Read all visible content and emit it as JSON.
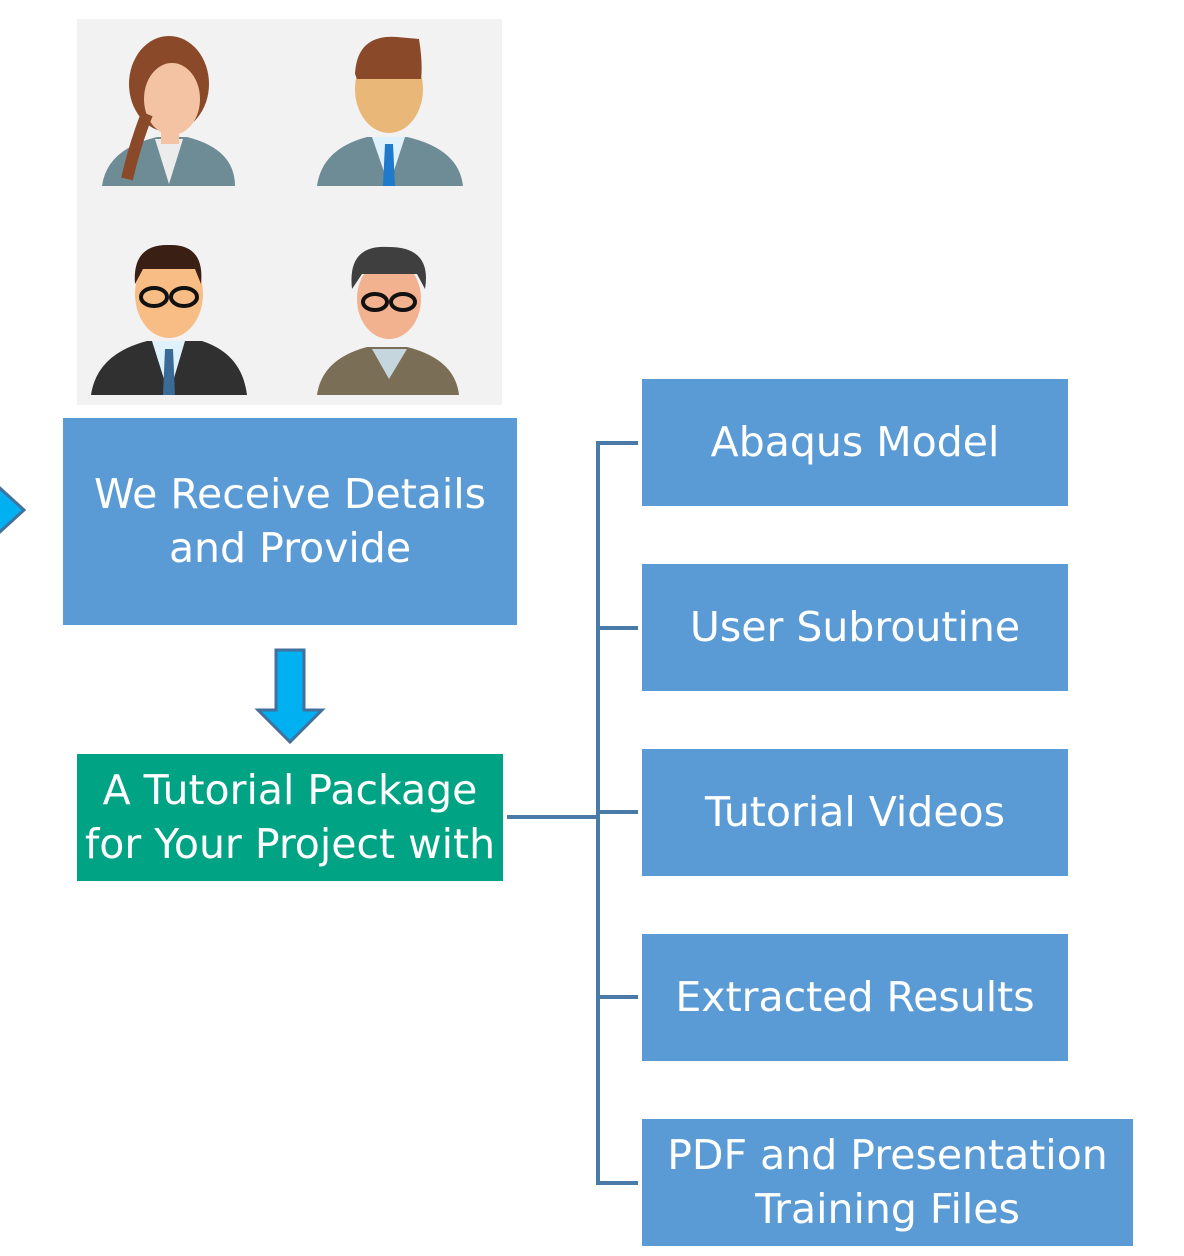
{
  "people_panel": {
    "avatars": [
      "woman-avatar",
      "man-tie-avatar",
      "man-glasses-suit-avatar",
      "man-glasses-casual-avatar"
    ]
  },
  "colors": {
    "box_blue": "#5b9bd5",
    "box_green": "#00a383",
    "arrow_fill": "#00b0f0",
    "arrow_stroke": "#41719c",
    "connector": "#4a7aa8"
  },
  "steps": {
    "receive": "We Receive Details and Provide",
    "package": "A Tutorial Package for Your Project with"
  },
  "deliverables": [
    {
      "label": "Abaqus Model"
    },
    {
      "label": "User Subroutine"
    },
    {
      "label": "Tutorial Videos"
    },
    {
      "label": "Extracted Results"
    },
    {
      "label": "PDF and Presentation Training Files"
    }
  ]
}
